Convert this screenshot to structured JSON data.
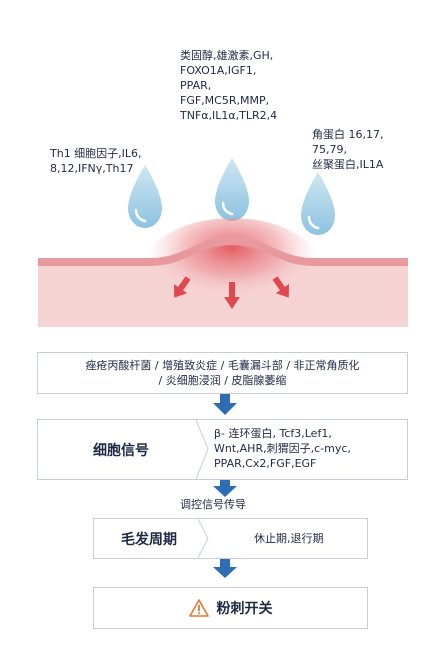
{
  "labels": {
    "top_center": "类固醇,雄激素,GH,\nFOXO1A,IGF1,\nPPAR,\nFGF,MC5R,MMP,\nTNFα,IL1α,TLR2,4",
    "left": "Th1 细胞因子,IL6,\n8,12,IFNγ,Th17",
    "right": "角蛋白 16,17,\n75,79,\n丝聚蛋白,IL1A"
  },
  "flow": {
    "step1": "痤疮丙酸杆菌 / 增殖致炎症 / 毛囊漏斗部 / 非正常角质化\n/ 炎细胞浸润 / 皮脂腺萎缩",
    "step2_title": "细胞信号",
    "step2_detail": "β- 连环蛋白, Tcf3,Lef1,\nWnt,AHR,刺猬因子,c-myc,\nPPAR,Cx2,FGF,EGF",
    "connector_label": "调控信号传导",
    "step3_title": "毛发周期",
    "step3_detail": "休止期,退行期",
    "step4_title": "粉刺开关"
  },
  "colors": {
    "drop": "#a9d4ea",
    "skin_top": "#e8a0a4",
    "skin_body": "#f6d3d3",
    "inflammation": "#e0484f",
    "arrow_blue": "#2e6db4",
    "warning_orange": "#e8762d"
  }
}
